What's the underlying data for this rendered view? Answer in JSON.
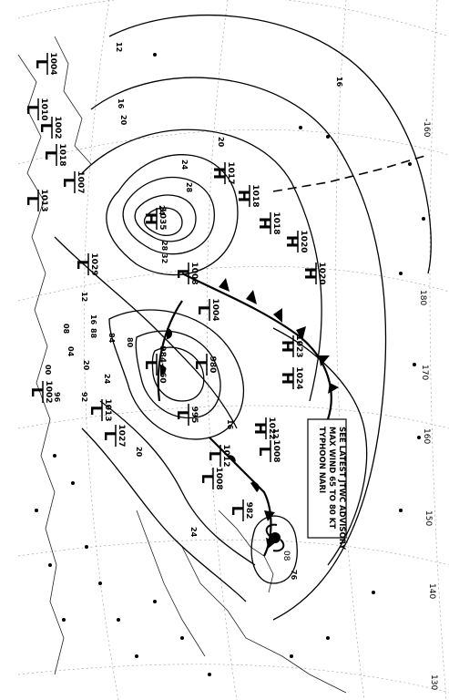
{
  "chart": {
    "high_letter": "H",
    "low_letter": "L",
    "pressure_centers": [
      {
        "type": "H",
        "value": "1035",
        "rot": 90
      },
      {
        "type": "H",
        "value": "1017",
        "rot": 90
      },
      {
        "type": "H",
        "value": "1018",
        "rot": 90
      },
      {
        "type": "H",
        "value": "1018",
        "rot": 90
      },
      {
        "type": "H",
        "value": "1020",
        "rot": 90
      },
      {
        "type": "H",
        "value": "1020",
        "rot": 90
      },
      {
        "type": "H",
        "value": "1023",
        "rot": 90
      },
      {
        "type": "H",
        "value": "1024",
        "rot": 90
      },
      {
        "type": "H",
        "value": "1022",
        "rot": 90
      },
      {
        "type": "L",
        "value": "1008",
        "rot": 90
      },
      {
        "type": "L",
        "value": "1004",
        "rot": 90
      },
      {
        "type": "L",
        "value": "980",
        "rot": 90
      },
      {
        "type": "L",
        "value": "984-960",
        "rot": 90
      },
      {
        "type": "L",
        "value": "995",
        "rot": 90
      },
      {
        "type": "L",
        "value": "1012",
        "rot": 90
      },
      {
        "type": "L",
        "value": "1008",
        "rot": 90
      },
      {
        "type": "L",
        "value": "1008",
        "rot": 90
      },
      {
        "type": "L",
        "value": "982",
        "rot": 90
      },
      {
        "type": "L",
        "value": "1029",
        "rot": 90
      },
      {
        "type": "L",
        "value": "1013",
        "rot": 90
      },
      {
        "type": "L",
        "value": "1027",
        "rot": 90
      },
      {
        "type": "L",
        "value": "1002",
        "rot": 90
      },
      {
        "type": "L",
        "value": "1004",
        "rot": 90
      },
      {
        "type": "L",
        "value": "1002",
        "rot": 90
      },
      {
        "type": "L",
        "value": "1010",
        "rot": 90
      },
      {
        "type": "L",
        "value": "1018",
        "rot": 90
      },
      {
        "type": "L",
        "value": "1007",
        "rot": 90
      },
      {
        "type": "L",
        "value": "1013",
        "rot": 90
      }
    ],
    "isobar_labels": [
      "12",
      "16",
      "20",
      "24",
      "28",
      "32",
      "16",
      "20",
      "24",
      "28",
      "12",
      "16",
      "20",
      "24",
      "08",
      "04",
      "00",
      "96",
      "92",
      "88",
      "84",
      "80",
      "76",
      "12",
      "16",
      "20",
      "24"
    ],
    "longitudes": [
      "130",
      "140",
      "150",
      "160",
      "170",
      "180",
      "-160"
    ],
    "advisory": {
      "line1": "TYPHOON NARI",
      "line2": "MAX WIND 65 TO 80 KT",
      "line3": "SEE LATEST JTWC ADVISORY"
    },
    "storm_value": "08"
  }
}
